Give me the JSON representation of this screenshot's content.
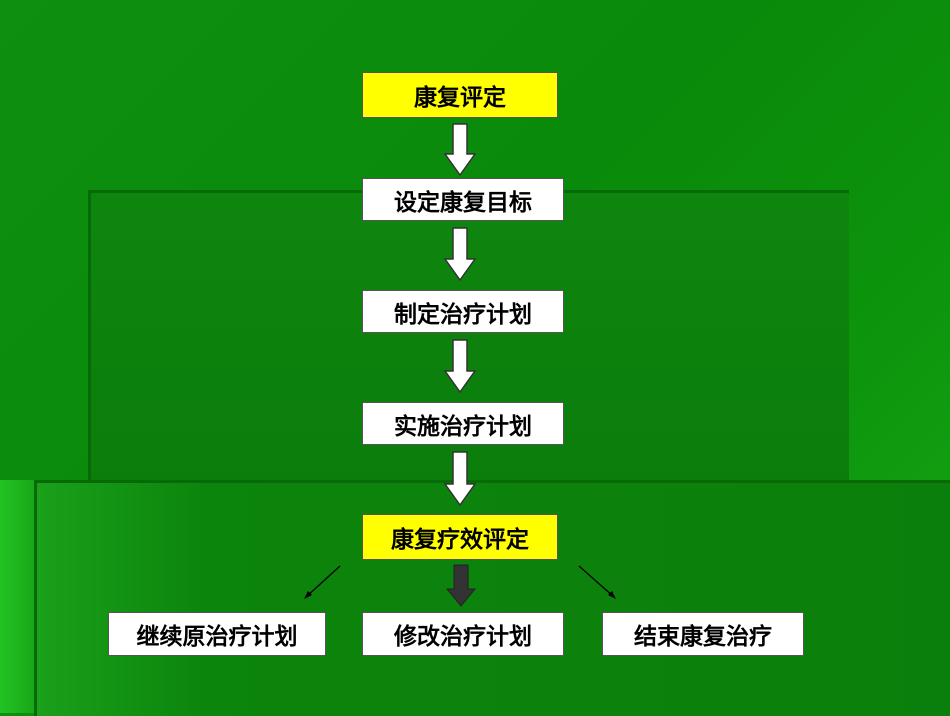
{
  "nodes": {
    "assessment": "康复评定",
    "set_goals": "设定康复目标",
    "make_plan": "制定治疗计划",
    "implement_plan": "实施治疗计划",
    "efficacy_assessment": "康复疗效评定",
    "continue_plan": "继续原治疗计划",
    "modify_plan": "修改治疗计划",
    "end_treatment": "结束康复治疗"
  },
  "colors": {
    "highlight_box": "#ffff00",
    "normal_box": "#ffffff",
    "background": "#0a8a0a",
    "arrow_white": "#ffffff",
    "arrow_dark": "#333333"
  }
}
